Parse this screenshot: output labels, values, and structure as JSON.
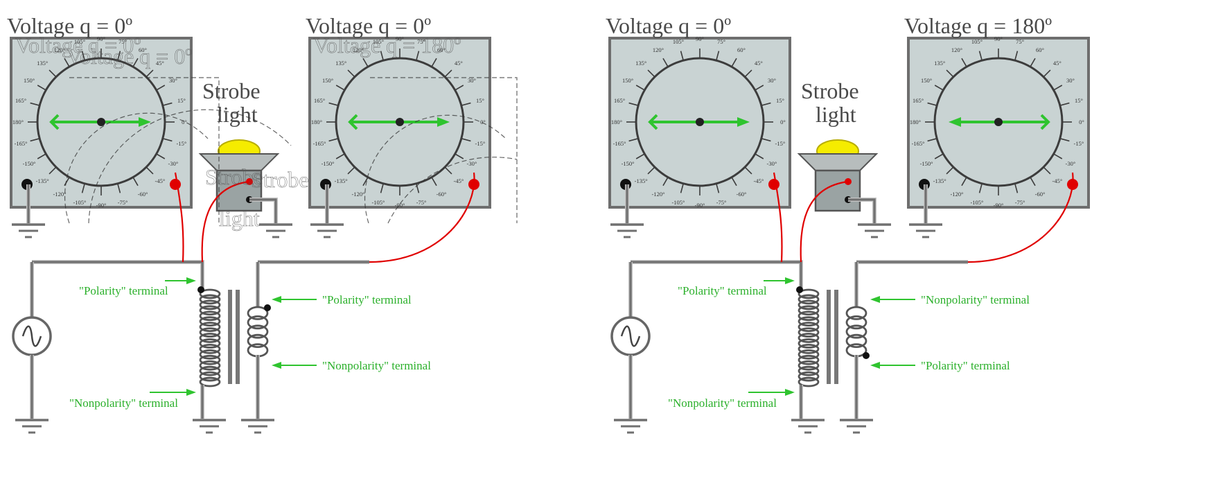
{
  "panels": [
    {
      "id": "left",
      "phase_title": "Voltage q = 0º",
      "second_meter_title": "Voltage q = 0º",
      "second_meter_phase_deg": 0,
      "primary_polarity_label": "\"Polarity\" terminal",
      "primary_nonpolarity_label": "\"Nonpolarity\" terminal",
      "secondary_top_label": "\"Polarity\" terminal",
      "secondary_bottom_label": "\"Nonpolarity\" terminal",
      "secondary_dot": "top"
    },
    {
      "id": "right",
      "phase_title": "Voltage q = 0º",
      "second_meter_title": "Voltage q = 180º",
      "second_meter_phase_deg": 180,
      "primary_polarity_label": "\"Polarity\" terminal",
      "primary_nonpolarity_label": "\"Nonpolarity\" terminal",
      "secondary_top_label": "\"Nonpolarity\" terminal",
      "secondary_bottom_label": "\"Polarity\" terminal",
      "secondary_dot": "bottom"
    }
  ],
  "strobe": {
    "line1": "Strobe",
    "line2": "light"
  },
  "dial_scale_labels": [
    "0°",
    "15°",
    "30°",
    "45°",
    "60°",
    "75°",
    "90°",
    "105°",
    "120°",
    "135°",
    "150°",
    "165°",
    "180°",
    "-165°",
    "-150°",
    "-135°",
    "-120°",
    "-105°",
    "-90°",
    "-75°",
    "-60°",
    "-45°",
    "-30°",
    "-15°"
  ],
  "colors": {
    "arrow": "#2fc42f",
    "probe": "#e00000",
    "meter_face": "#c9d3d3",
    "meter_frame": "#6e6e6e",
    "label": "#2bb02b",
    "lamp": "#f5ec00",
    "strobe_body": "#9aa3a3"
  },
  "artifacts": {
    "ghost_overlay_texts": [
      "Voltage q = 0º",
      "Voltage q = 180º",
      "Strobe",
      "Strobe",
      "light"
    ]
  }
}
